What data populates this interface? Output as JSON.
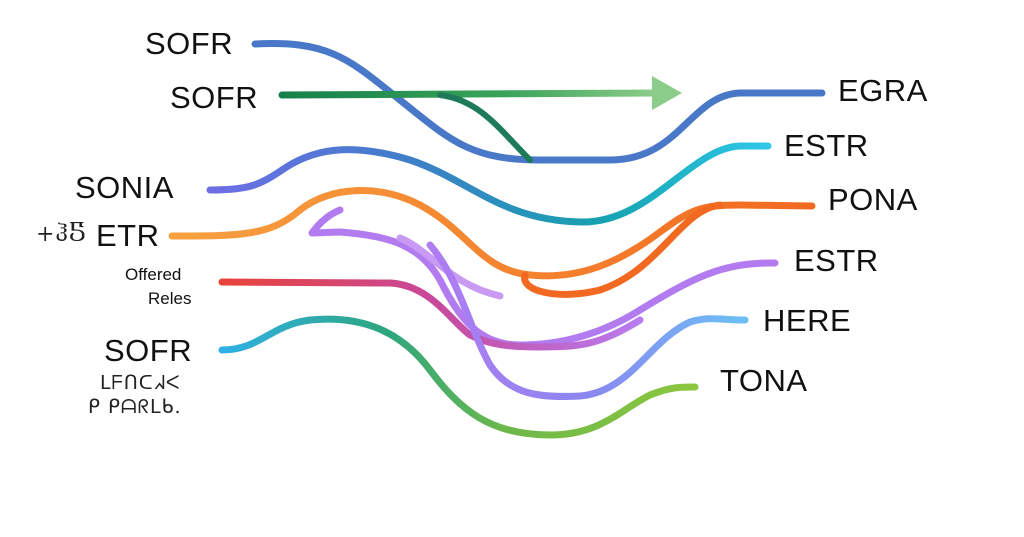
{
  "left_labels": {
    "sofr_1": "SOFR",
    "sofr_2": "SOFR",
    "sonia": "SONIA",
    "etr_prefix": "+ჰႽ",
    "etr": "ETR",
    "offered_1": "Offered",
    "offered_2": "Reles",
    "sofr_3": "SOFR",
    "garbled_1": "ᒪᖴᑎᑕᖽᐸ",
    "garbled_2": "ᑭ ᑭᗩᖇᒪᑲ."
  },
  "right_labels": {
    "egra": "EGRA",
    "estr_1": "ESTR",
    "pona": "PONA",
    "estr_2": "ESTR",
    "here": "HERE",
    "tona": "TONA"
  },
  "colors": {
    "blue": "#4a78c8",
    "green_dark": "#1f8a4c",
    "green_light": "#7cc47e",
    "teal": "#1aa6b8",
    "indigo": "#6b6fe0",
    "cyan": "#2ec4e6",
    "orange": "#f7922e",
    "orange_dark": "#f26a21",
    "purple": "#b27cf0",
    "red": "#e2463c",
    "magenta": "#c0509a",
    "sky": "#5ab4f0",
    "lime": "#8cc63f"
  }
}
